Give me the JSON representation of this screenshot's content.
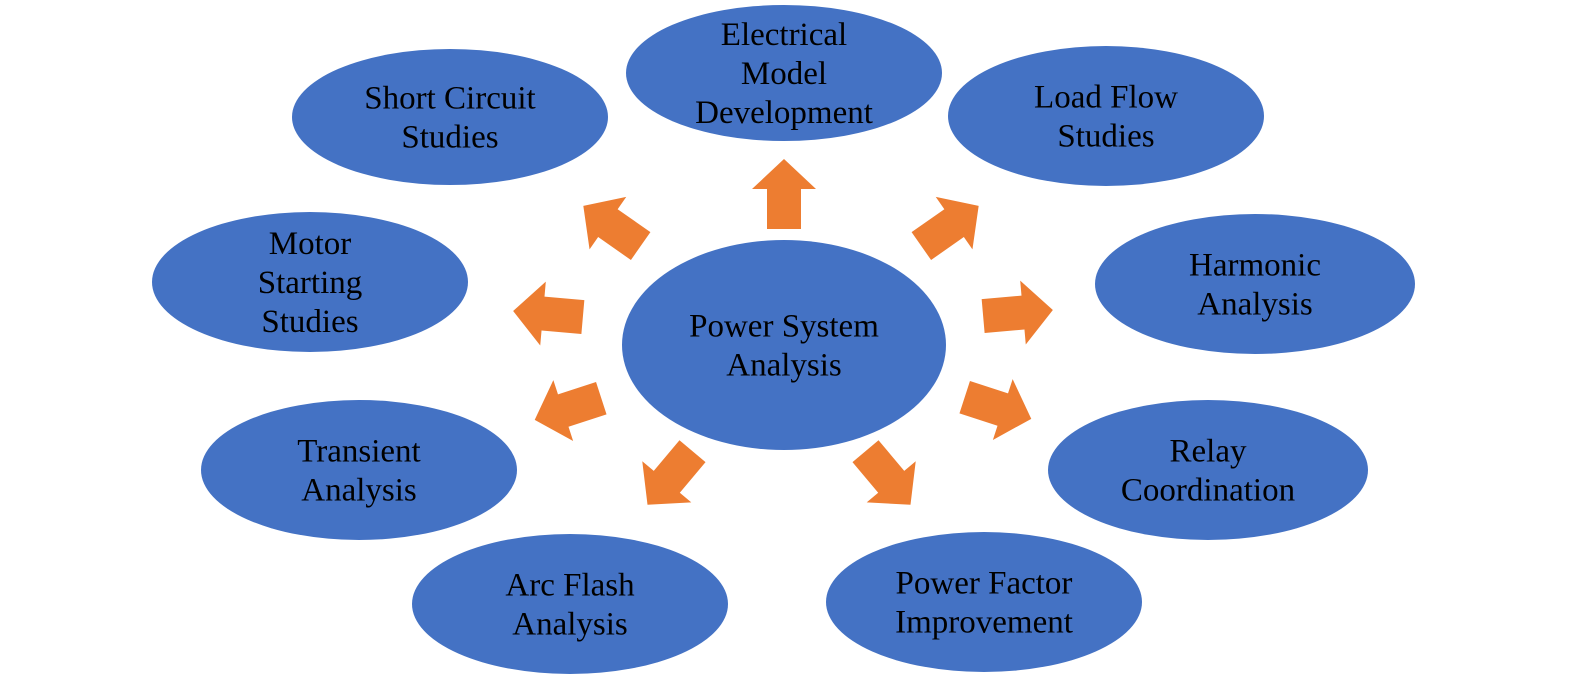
{
  "diagram": {
    "type": "radial-hub-and-spoke",
    "colors": {
      "node_fill": "#4472C4",
      "arrow_fill": "#ED7D31",
      "text": "#000000",
      "background": "#FFFFFF"
    },
    "center": {
      "id": "power-system-analysis",
      "lines": [
        "Power System",
        "Analysis"
      ]
    },
    "nodes": [
      {
        "id": "electrical-model-development",
        "lines": [
          "Electrical",
          "Model",
          "Development"
        ],
        "position": "top"
      },
      {
        "id": "load-flow-studies",
        "lines": [
          "Load Flow",
          "Studies"
        ],
        "position": "top-right"
      },
      {
        "id": "harmonic-analysis",
        "lines": [
          "Harmonic",
          "Analysis"
        ],
        "position": "right-upper"
      },
      {
        "id": "relay-coordination",
        "lines": [
          "Relay",
          "Coordination"
        ],
        "position": "right-lower"
      },
      {
        "id": "power-factor-improvement",
        "lines": [
          "Power Factor",
          "Improvement"
        ],
        "position": "bottom-right"
      },
      {
        "id": "arc-flash-analysis",
        "lines": [
          "Arc Flash",
          "Analysis"
        ],
        "position": "bottom-left"
      },
      {
        "id": "transient-analysis",
        "lines": [
          "Transient",
          "Analysis"
        ],
        "position": "left-lower"
      },
      {
        "id": "motor-starting-studies",
        "lines": [
          "Motor",
          "Starting",
          "Studies"
        ],
        "position": "left-upper"
      },
      {
        "id": "short-circuit-studies",
        "lines": [
          "Short Circuit",
          "Studies"
        ],
        "position": "top-left"
      }
    ],
    "edges": [
      {
        "from": "power-system-analysis",
        "to": "electrical-model-development"
      },
      {
        "from": "power-system-analysis",
        "to": "load-flow-studies"
      },
      {
        "from": "power-system-analysis",
        "to": "harmonic-analysis"
      },
      {
        "from": "power-system-analysis",
        "to": "relay-coordination"
      },
      {
        "from": "power-system-analysis",
        "to": "power-factor-improvement"
      },
      {
        "from": "power-system-analysis",
        "to": "arc-flash-analysis"
      },
      {
        "from": "power-system-analysis",
        "to": "transient-analysis"
      },
      {
        "from": "power-system-analysis",
        "to": "motor-starting-studies"
      },
      {
        "from": "power-system-analysis",
        "to": "short-circuit-studies"
      }
    ]
  }
}
